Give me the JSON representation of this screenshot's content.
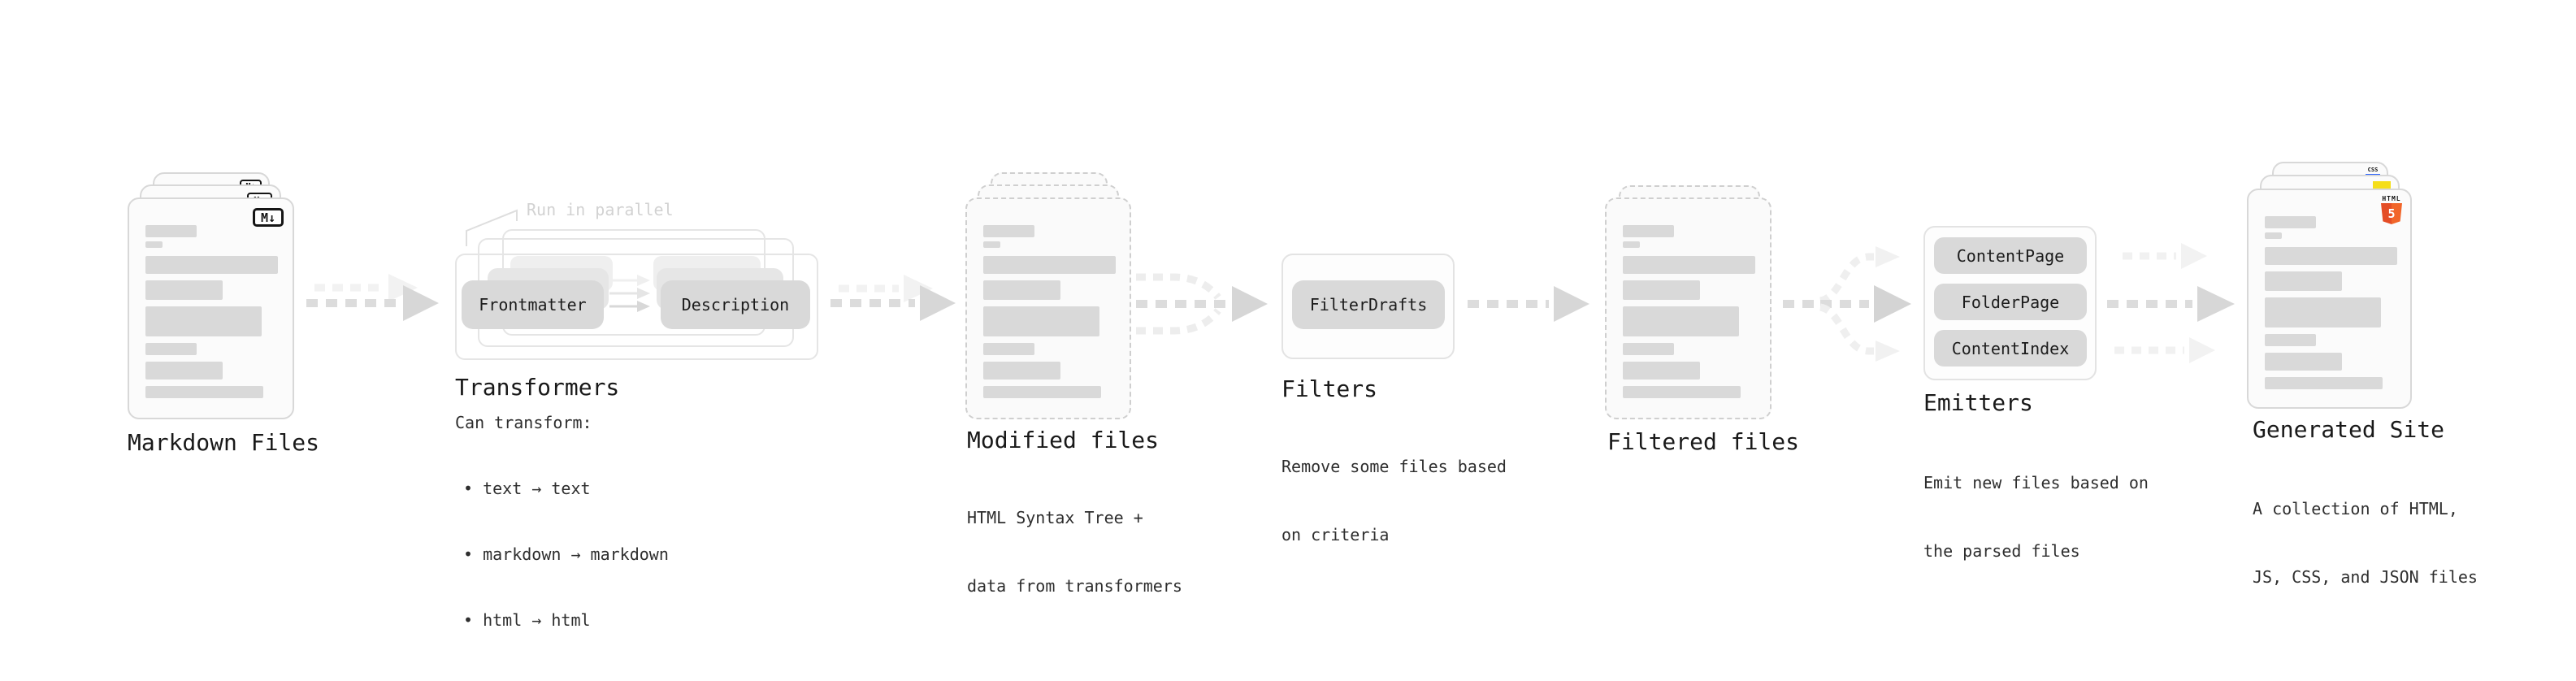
{
  "stages": {
    "markdown": {
      "label": "Markdown Files",
      "badge": "M↓"
    },
    "transformers": {
      "label": "Transformers",
      "note": "Run in parallel",
      "source_button": "Frontmatter",
      "target_button": "Description",
      "desc_title": "Can transform:",
      "bullets": [
        "• text → text",
        "• markdown → markdown",
        "• html → html"
      ]
    },
    "modified": {
      "label": "Modified files",
      "desc_line1": "HTML Syntax Tree +",
      "desc_line2": "data from transformers"
    },
    "filters": {
      "label": "Filters",
      "button": "FilterDrafts",
      "desc_line1": "Remove some files based",
      "desc_line2": "on criteria"
    },
    "filtered": {
      "label": "Filtered files"
    },
    "emitters": {
      "label": "Emitters",
      "buttons": [
        "ContentPage",
        "FolderPage",
        "ContentIndex"
      ],
      "desc_line1": "Emit new files based on",
      "desc_line2": "the parsed files"
    },
    "generated": {
      "label": "Generated Site",
      "desc_line1": "A collection of HTML,",
      "desc_line2": "JS, CSS, and JSON files",
      "badges": {
        "css": "CSS",
        "html_label": "HTML",
        "html_number": "5"
      }
    }
  },
  "colors": {
    "html5_orange": "#e44d26",
    "js_yellow": "#f5de19",
    "css_blue": "#2962ff"
  }
}
